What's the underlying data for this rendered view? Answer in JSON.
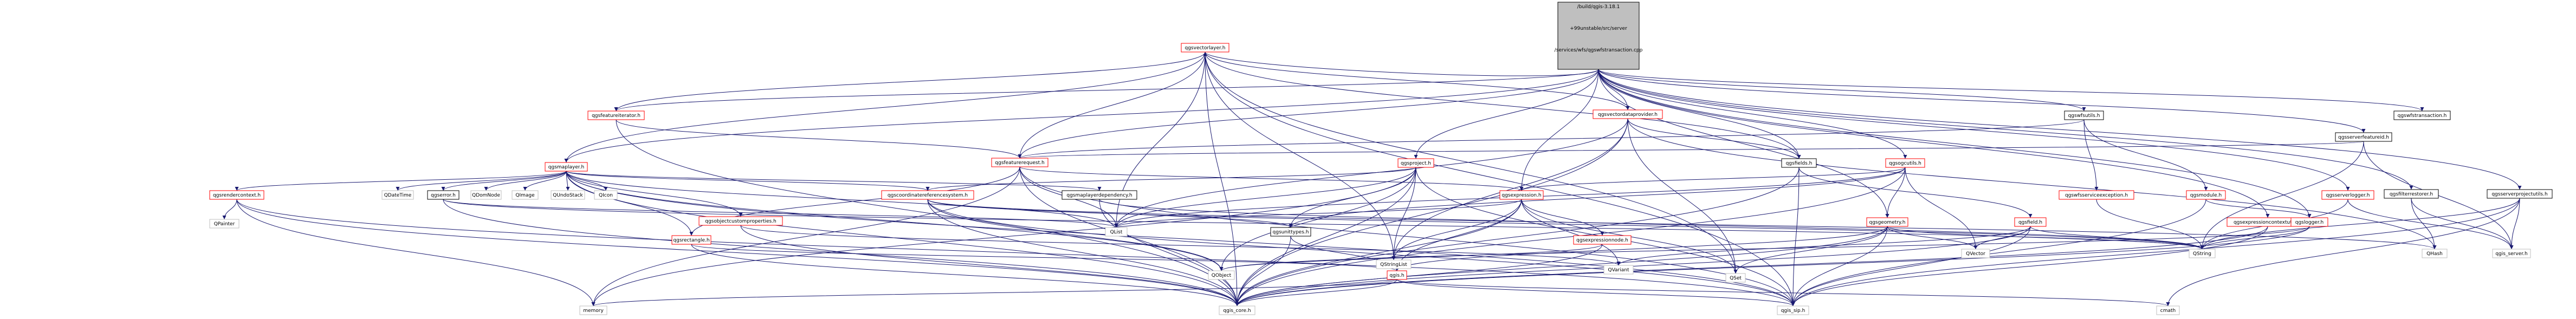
{
  "colors": {
    "root_fill": "#bfbfbf",
    "node_border_black": "#000000",
    "node_border_red": "#ff0000",
    "node_border_grey": "#bfbfbf",
    "edge": "#191970",
    "background": "#ffffff"
  },
  "nodes": [
    {
      "id": "root",
      "lines": [
        "/build/qgis-3.18.1",
        "+99unstable/src/server",
        "/services/wfs/qgswfstransaction.cpp"
      ],
      "style": "root"
    },
    {
      "id": "qgsvectorlayer",
      "lines": [
        "qgsvectorlayer.h"
      ],
      "style": "red"
    },
    {
      "id": "qgsfeatureiterator",
      "lines": [
        "qgsfeatureiterator.h"
      ],
      "style": "red"
    },
    {
      "id": "qgsmaplayer",
      "lines": [
        "qgsmaplayer.h"
      ],
      "style": "red"
    },
    {
      "id": "qgsfeaturerequest",
      "lines": [
        "qgsfeaturerequest.h"
      ],
      "style": "red"
    },
    {
      "id": "qgsvectordataprovider",
      "lines": [
        "qgsvectordataprovider.h"
      ],
      "style": "red"
    },
    {
      "id": "qgsproject",
      "lines": [
        "qgsproject.h"
      ],
      "style": "red"
    },
    {
      "id": "qgsfields",
      "lines": [
        "qgsfields.h"
      ],
      "style": "black"
    },
    {
      "id": "qgsogcutils",
      "lines": [
        "qgsogcutils.h"
      ],
      "style": "red"
    },
    {
      "id": "qgswfsutils",
      "lines": [
        "qgswfsutils.h"
      ],
      "style": "black"
    },
    {
      "id": "qgsserverfeatureid",
      "lines": [
        "qgsserverfeatureid.h"
      ],
      "style": "black"
    },
    {
      "id": "qgswfstransaction",
      "lines": [
        "qgswfstransaction.h"
      ],
      "style": "black"
    },
    {
      "id": "qgsfilterrestorer",
      "lines": [
        "qgsfilterrestorer.h"
      ],
      "style": "black"
    },
    {
      "id": "qgsserverprojectutils",
      "lines": [
        "qgsserverprojectutils.h"
      ],
      "style": "black"
    },
    {
      "id": "qgsrendercontext",
      "lines": [
        "qgsrendercontext.h"
      ],
      "style": "red"
    },
    {
      "id": "QDateTime",
      "lines": [
        "QDateTime"
      ],
      "style": "grey"
    },
    {
      "id": "qgserror",
      "lines": [
        "qgserror.h"
      ],
      "style": "black"
    },
    {
      "id": "QDomNode",
      "lines": [
        "QDomNode"
      ],
      "style": "grey"
    },
    {
      "id": "QImage",
      "lines": [
        "QImage"
      ],
      "style": "grey"
    },
    {
      "id": "QUndoStack",
      "lines": [
        "QUndoStack"
      ],
      "style": "grey"
    },
    {
      "id": "QIcon",
      "lines": [
        "QIcon"
      ],
      "style": "grey"
    },
    {
      "id": "qgsmaplayerdependency",
      "lines": [
        "qgsmaplayerdependency.h"
      ],
      "style": "black"
    },
    {
      "id": "qgscoordinatereferencesystem",
      "lines": [
        "qgscoordinatereferencesystem.h"
      ],
      "style": "red"
    },
    {
      "id": "qgsexpression",
      "lines": [
        "qgsexpression.h"
      ],
      "style": "red"
    },
    {
      "id": "qgsgeometry",
      "lines": [
        "qgsgeometry.h"
      ],
      "style": "red"
    },
    {
      "id": "qgswfsserviceexception",
      "lines": [
        "qgswfsserviceexception.h"
      ],
      "style": "red"
    },
    {
      "id": "qgsmodule",
      "lines": [
        "qgsmodule.h"
      ],
      "style": "red"
    },
    {
      "id": "qgsfield",
      "lines": [
        "qgsfield.h"
      ],
      "style": "red"
    },
    {
      "id": "qgsexpressioncontextutils",
      "lines": [
        "qgsexpressioncontextutils.h"
      ],
      "style": "red"
    },
    {
      "id": "qgslogger",
      "lines": [
        "qgslogger.h"
      ],
      "style": "red"
    },
    {
      "id": "qgsserverlogger",
      "lines": [
        "qgsserverlogger.h"
      ],
      "style": "red"
    },
    {
      "id": "QPainter",
      "lines": [
        "QPainter"
      ],
      "style": "grey"
    },
    {
      "id": "qgsrectangle",
      "lines": [
        "qgsrectangle.h"
      ],
      "style": "red"
    },
    {
      "id": "qgsobjectcustomproperties",
      "lines": [
        "qgsobjectcustomproperties.h"
      ],
      "style": "red"
    },
    {
      "id": "QList",
      "lines": [
        "QList"
      ],
      "style": "grey"
    },
    {
      "id": "qgsunittypes",
      "lines": [
        "qgsunittypes.h"
      ],
      "style": "black"
    },
    {
      "id": "QStringList",
      "lines": [
        "QStringList"
      ],
      "style": "grey"
    },
    {
      "id": "qgsexpressionnode",
      "lines": [
        "qgsexpressionnode.h"
      ],
      "style": "red"
    },
    {
      "id": "QVector",
      "lines": [
        "QVector"
      ],
      "style": "grey"
    },
    {
      "id": "QString",
      "lines": [
        "QString"
      ],
      "style": "grey"
    },
    {
      "id": "QHash",
      "lines": [
        "QHash"
      ],
      "style": "grey"
    },
    {
      "id": "qgis_server",
      "lines": [
        "qgis_server.h"
      ],
      "style": "grey"
    },
    {
      "id": "QObject",
      "lines": [
        "QObject"
      ],
      "style": "grey"
    },
    {
      "id": "qgis",
      "lines": [
        "qgis.h"
      ],
      "style": "red"
    },
    {
      "id": "QSet",
      "lines": [
        "QSet"
      ],
      "style": "grey"
    },
    {
      "id": "QVariant",
      "lines": [
        "QVariant"
      ],
      "style": "grey"
    },
    {
      "id": "memory",
      "lines": [
        "memory"
      ],
      "style": "grey"
    },
    {
      "id": "qgis_core",
      "lines": [
        "qgis_core.h"
      ],
      "style": "grey"
    },
    {
      "id": "qgis_sip",
      "lines": [
        "qgis_sip.h"
      ],
      "style": "grey"
    },
    {
      "id": "cmath",
      "lines": [
        "cmath"
      ],
      "style": "grey"
    }
  ],
  "edges": [
    [
      "root",
      "qgsvectorlayer"
    ],
    [
      "root",
      "qgsmaplayer"
    ],
    [
      "root",
      "qgsvectordataprovider"
    ],
    [
      "root",
      "qgsproject"
    ],
    [
      "root",
      "qgsfields"
    ],
    [
      "root",
      "qgsogcutils"
    ],
    [
      "root",
      "qgswfsutils"
    ],
    [
      "root",
      "qgsserverfeatureid"
    ],
    [
      "root",
      "qgswfstransaction"
    ],
    [
      "root",
      "qgsfilterrestorer"
    ],
    [
      "root",
      "qgsserverprojectutils"
    ],
    [
      "root",
      "qgsexpression"
    ],
    [
      "root",
      "qgsgeometry"
    ],
    [
      "root",
      "qgslogger"
    ],
    [
      "root",
      "qgsexpressioncontextutils"
    ],
    [
      "root",
      "qgsserverlogger"
    ],
    [
      "root",
      "qgsfeatureiterator"
    ],
    [
      "root",
      "qgsfeaturerequest"
    ],
    [
      "qgsvectorlayer",
      "qgsfeatureiterator"
    ],
    [
      "qgsvectorlayer",
      "qgsmaplayer"
    ],
    [
      "qgsvectorlayer",
      "qgsfeaturerequest"
    ],
    [
      "qgsvectorlayer",
      "qgsvectordataprovider"
    ],
    [
      "qgsvectorlayer",
      "qgsfields"
    ],
    [
      "qgsvectorlayer",
      "QList"
    ],
    [
      "qgsvectorlayer",
      "QSet"
    ],
    [
      "qgsvectorlayer",
      "QStringList"
    ],
    [
      "qgsvectorlayer",
      "qgis_core"
    ],
    [
      "qgsvectorlayer",
      "qgis_sip"
    ],
    [
      "qgsfeatureiterator",
      "qgsfeaturerequest"
    ],
    [
      "qgsfeatureiterator",
      "qgis_core"
    ],
    [
      "qgsmaplayer",
      "qgsrendercontext"
    ],
    [
      "qgsmaplayer",
      "QDateTime"
    ],
    [
      "qgsmaplayer",
      "qgserror"
    ],
    [
      "qgsmaplayer",
      "QDomNode"
    ],
    [
      "qgsmaplayer",
      "QImage"
    ],
    [
      "qgsmaplayer",
      "QUndoStack"
    ],
    [
      "qgsmaplayer",
      "QIcon"
    ],
    [
      "qgsmaplayer",
      "qgsmaplayerdependency"
    ],
    [
      "qgsmaplayer",
      "qgscoordinatereferencesystem"
    ],
    [
      "qgsmaplayer",
      "qgsrectangle"
    ],
    [
      "qgsmaplayer",
      "qgsobjectcustomproperties"
    ],
    [
      "qgsmaplayer",
      "QObject"
    ],
    [
      "qgsmaplayer",
      "qgis_core"
    ],
    [
      "qgsmaplayer",
      "qgis_sip"
    ],
    [
      "qgsmaplayer",
      "QList"
    ],
    [
      "qgsfeaturerequest",
      "qgsexpression"
    ],
    [
      "qgsfeaturerequest",
      "qgsrectangle"
    ],
    [
      "qgsfeaturerequest",
      "QList"
    ],
    [
      "qgsfeaturerequest",
      "memory"
    ],
    [
      "qgsfeaturerequest",
      "qgis_core"
    ],
    [
      "qgsfeaturerequest",
      "qgis_sip"
    ],
    [
      "qgsvectordataprovider",
      "qgsfields"
    ],
    [
      "qgsvectordataprovider",
      "QSet"
    ],
    [
      "qgsvectordataprovider",
      "QStringList"
    ],
    [
      "qgsvectordataprovider",
      "QHash"
    ],
    [
      "qgsvectordataprovider",
      "QList"
    ],
    [
      "qgsvectordataprovider",
      "qgis_core"
    ],
    [
      "qgsproject",
      "qgsunittypes"
    ],
    [
      "qgsproject",
      "qgscoordinatereferencesystem"
    ],
    [
      "qgsproject",
      "QList"
    ],
    [
      "qgsproject",
      "QObject"
    ],
    [
      "qgsproject",
      "QStringList"
    ],
    [
      "qgsproject",
      "memory"
    ],
    [
      "qgsproject",
      "qgis_core"
    ],
    [
      "qgsproject",
      "qgis_sip"
    ],
    [
      "qgsfields",
      "qgsfield"
    ],
    [
      "qgsfields",
      "qgis_core"
    ],
    [
      "qgsfields",
      "qgis_sip"
    ],
    [
      "qgsogcutils",
      "qgsexpression"
    ],
    [
      "qgsogcutils",
      "qgsgeometry"
    ],
    [
      "qgsogcutils",
      "qgsunittypes"
    ],
    [
      "qgsogcutils",
      "QList"
    ],
    [
      "qgsogcutils",
      "QVector"
    ],
    [
      "qgsogcutils",
      "qgis_core"
    ],
    [
      "qgswfsutils",
      "qgswfsserviceexception"
    ],
    [
      "qgswfsutils",
      "qgsmodule"
    ],
    [
      "qgswfsutils",
      "qgsfeaturerequest"
    ],
    [
      "qgsserverfeatureid",
      "QString"
    ],
    [
      "qgsserverfeatureid",
      "qgis_server"
    ],
    [
      "qgsserverfeatureid",
      "qgsfeaturerequest"
    ],
    [
      "qgsfilterrestorer",
      "QHash"
    ],
    [
      "qgsfilterrestorer",
      "qgis_server"
    ],
    [
      "qgsserverprojectutils",
      "qgis_server"
    ],
    [
      "qgsserverprojectutils",
      "qgis_sip"
    ],
    [
      "qgsserverprojectutils",
      "QString"
    ],
    [
      "qgsserverprojectutils",
      "cmath"
    ],
    [
      "qgsrendercontext",
      "QPainter"
    ],
    [
      "qgsrendercontext",
      "memory"
    ],
    [
      "qgsrendercontext",
      "qgis_core"
    ],
    [
      "qgsrendercontext",
      "qgis_sip"
    ],
    [
      "qgserror",
      "QString"
    ],
    [
      "qgserror",
      "QList"
    ],
    [
      "qgserror",
      "qgis_core"
    ],
    [
      "qgsmaplayerdependency",
      "QString"
    ],
    [
      "qgsmaplayerdependency",
      "qgis_core"
    ],
    [
      "qgscoordinatereferencesystem",
      "qgsunittypes"
    ],
    [
      "qgscoordinatereferencesystem",
      "QString"
    ],
    [
      "qgscoordinatereferencesystem",
      "QHash"
    ],
    [
      "qgscoordinatereferencesystem",
      "qgis_core"
    ],
    [
      "qgscoordinatereferencesystem",
      "qgis_sip"
    ],
    [
      "qgscoordinatereferencesystem",
      "QObject"
    ],
    [
      "qgsexpression",
      "qgsexpressionnode"
    ],
    [
      "qgsexpression",
      "QStringList"
    ],
    [
      "qgsexpression",
      "QVariant"
    ],
    [
      "qgsexpression",
      "QList"
    ],
    [
      "qgsexpression",
      "QSet"
    ],
    [
      "qgsexpression",
      "qgis_core"
    ],
    [
      "qgsexpression",
      "qgis"
    ],
    [
      "qgsgeometry",
      "QString"
    ],
    [
      "qgsgeometry",
      "QVector"
    ],
    [
      "qgsgeometry",
      "QSet"
    ],
    [
      "qgsgeometry",
      "qgis_core"
    ],
    [
      "qgsgeometry",
      "qgis"
    ],
    [
      "qgsgeometry",
      "qgis_sip"
    ],
    [
      "qgswfsserviceexception",
      "QString"
    ],
    [
      "qgsmodule",
      "qgis_sip"
    ],
    [
      "qgsmodule",
      "qgslogger"
    ],
    [
      "qgsfield",
      "QString"
    ],
    [
      "qgsfield",
      "QVariant"
    ],
    [
      "qgsfield",
      "QVector"
    ],
    [
      "qgsfield",
      "qgis_core"
    ],
    [
      "qgsfield",
      "qgis_sip"
    ],
    [
      "qgsexpressioncontextutils",
      "qgis_core"
    ],
    [
      "qgsexpressioncontextutils",
      "qgis_sip"
    ],
    [
      "qgslogger",
      "QString"
    ],
    [
      "qgslogger",
      "QObject"
    ],
    [
      "qgslogger",
      "qgis_core"
    ],
    [
      "qgsserverlogger",
      "QString"
    ],
    [
      "qgsserverlogger",
      "qgis_server"
    ],
    [
      "qgsrectangle",
      "qgis_core"
    ],
    [
      "qgsrectangle",
      "qgis"
    ],
    [
      "qgsobjectcustomproperties",
      "qgis_core"
    ],
    [
      "qgsobjectcustomproperties",
      "QVariant"
    ],
    [
      "qgsunittypes",
      "qgis_core"
    ],
    [
      "qgsunittypes",
      "qgis"
    ],
    [
      "qgsexpressionnode",
      "qgis_core"
    ],
    [
      "qgsexpressionnode",
      "QObject"
    ],
    [
      "qgis",
      "memory"
    ],
    [
      "qgis",
      "cmath"
    ],
    [
      "qgis",
      "qgis_core"
    ],
    [
      "qgis",
      "qgis_sip"
    ]
  ]
}
